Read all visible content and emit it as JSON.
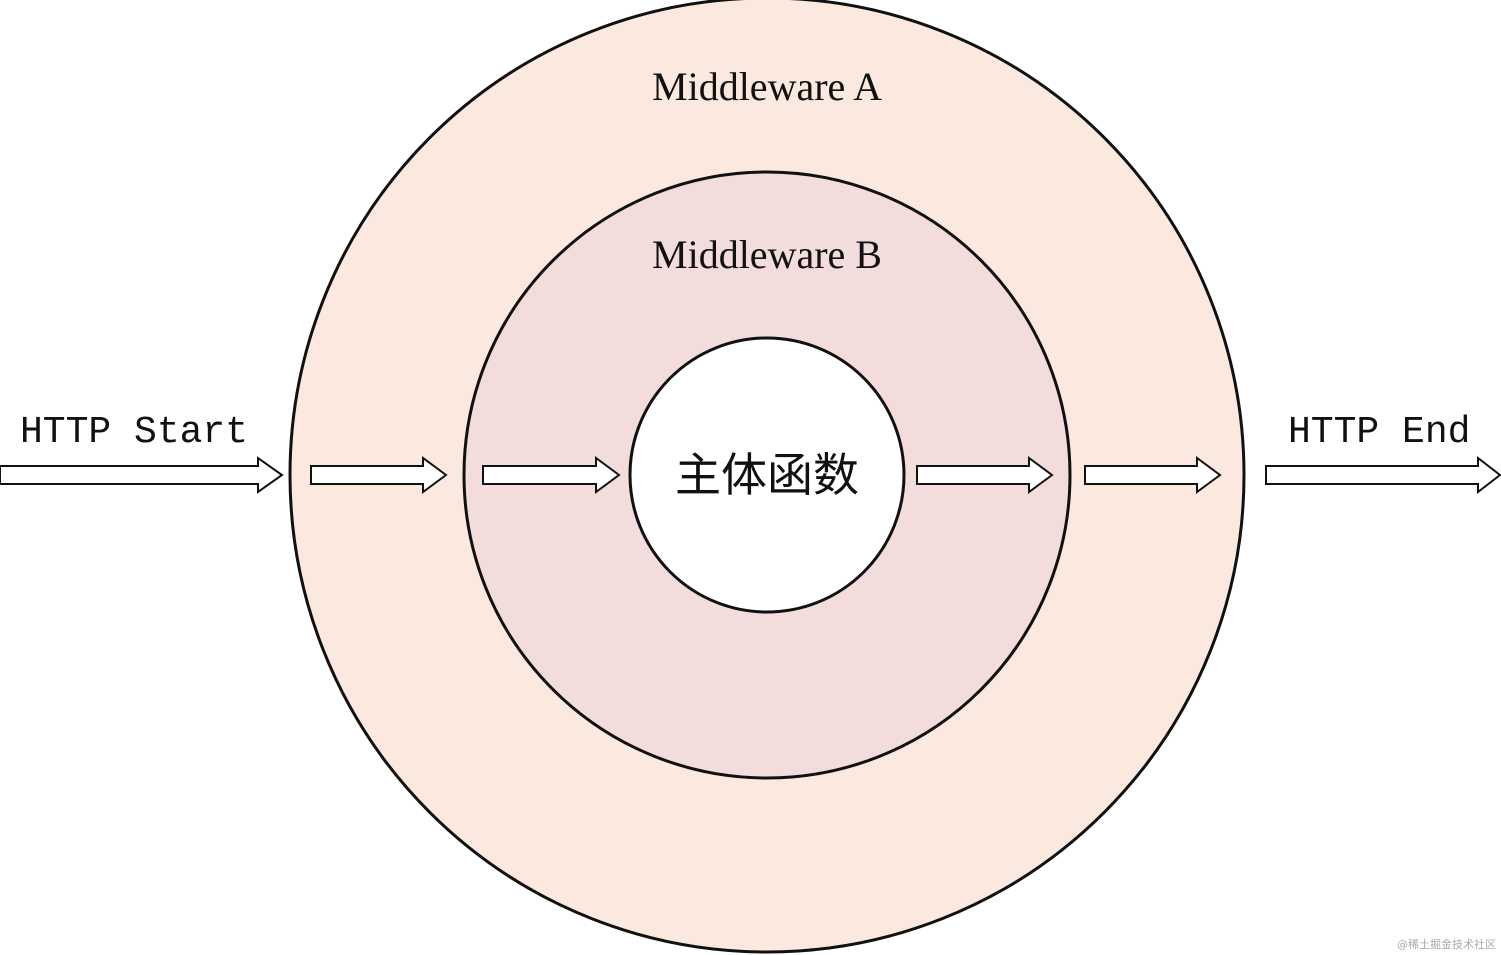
{
  "labels": {
    "outer_layer": "Middleware A",
    "middle_layer": "Middleware B",
    "core": "主体函数",
    "start": "HTTP Start",
    "end": "HTTP End"
  },
  "watermark": "@稀土掘金技术社区",
  "colors": {
    "outer_fill": "#fbe9df",
    "middle_fill": "#f2dcdc",
    "core_fill": "#ffffff",
    "stroke": "#111111",
    "arrow_fill": "#ffffff",
    "watermark": "#aaaaaa"
  }
}
